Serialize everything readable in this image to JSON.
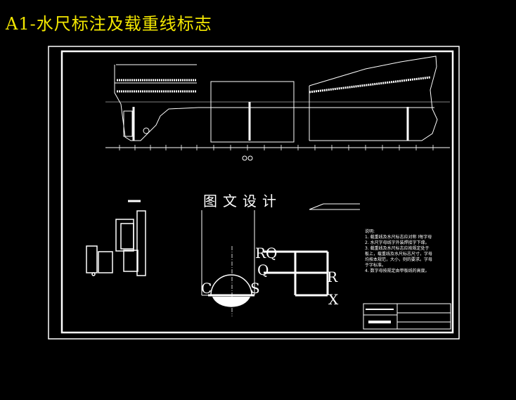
{
  "header": {
    "title": "A1-水尺标注及载重线标志"
  },
  "watermark": {
    "text": "图文设计"
  },
  "draught_marks": {
    "rq": "RQ",
    "q": "Q",
    "c": "C",
    "s": "S",
    "r": "R",
    "x": "X"
  },
  "notes": {
    "heading": "说明:",
    "lines": [
      "1. 载重线及水尺标志应对称  l每字母",
      "2. 水尺字母线字外装焊接字下缘。",
      "3. 载重线及水尺标志应按规定处于",
      "板上，载重线及水尺标志尺寸，字母",
      "均按本规范，大小，则的要求。字母",
      "于字标准。",
      "4. 数字母按规定由甲板线的高度。"
    ]
  },
  "colors": {
    "title": "#f2e600",
    "lines": "#ffffff",
    "background": "#000000"
  }
}
